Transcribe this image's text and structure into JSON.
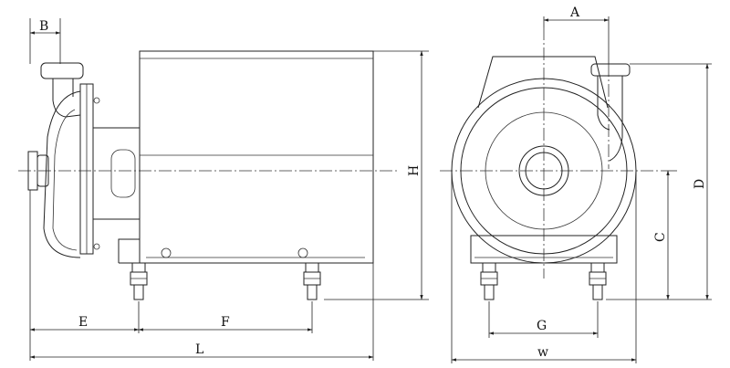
{
  "dimensions": {
    "A": "A",
    "B": "B",
    "C": "C",
    "D": "D",
    "E": "E",
    "F": "F",
    "G": "G",
    "H": "H",
    "L": "L",
    "W": "w"
  }
}
